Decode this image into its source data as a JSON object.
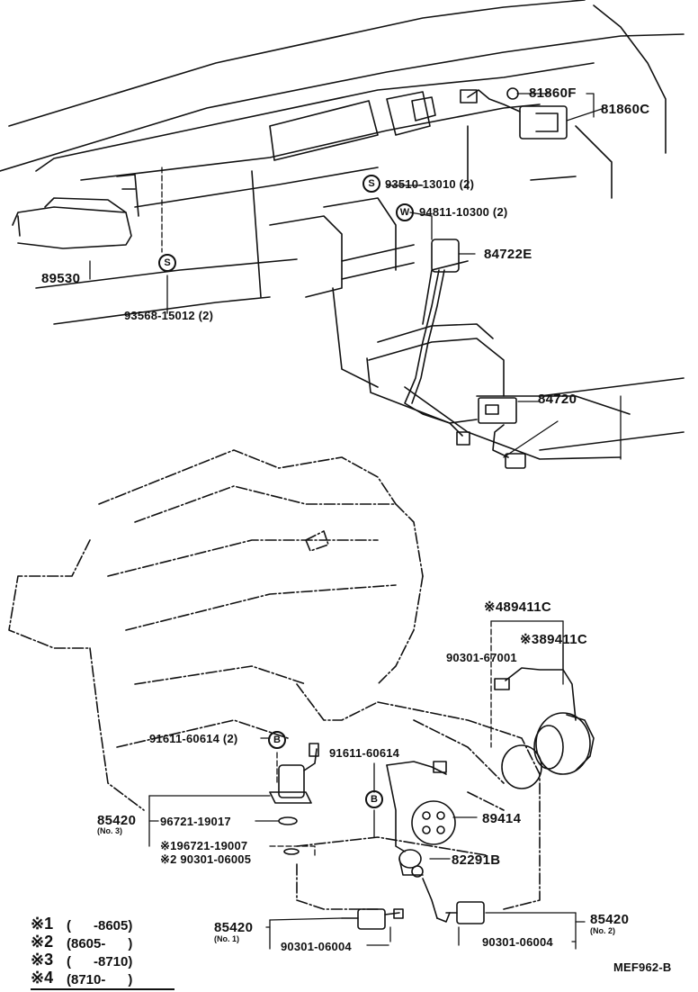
{
  "marks": {
    "s": "S",
    "w": "W",
    "b": "B"
  },
  "labels": {
    "p81860F": "81860F",
    "p81860C": "81860C",
    "p93510": "93510-13010 (2)",
    "p94811": "94811-10300 (2)",
    "p84722E": "84722E",
    "p89530": "89530",
    "p93568": "93568-15012 (2)",
    "p84720": "84720",
    "p89411C_4": "※489411C",
    "p89411C_3": "※389411C",
    "p90301_67001": "90301-67001",
    "p91611_2": "91611-60614 (2)",
    "p91611": "91611-60614",
    "p89414": "89414",
    "p82291B": "82291B",
    "p85420_3": "85420",
    "p85420_3_sub": "(No. 3)",
    "p96721_19017": "96721-19017",
    "p96721_19007": "※196721-19007",
    "p90301_06005": "※2 90301-06005",
    "p85420_1": "85420",
    "p85420_1_sub": "(No. 1)",
    "p90301_06004_l": "90301-06004",
    "p85420_2": "85420",
    "p85420_2_sub": "(No. 2)",
    "p90301_06004_r": "90301-06004",
    "code": "MEF962-B"
  },
  "legend": [
    {
      "mark": "※1",
      "range": "(      -8605)"
    },
    {
      "mark": "※2",
      "range": "(8605-      )"
    },
    {
      "mark": "※3",
      "range": "(      -8710)"
    },
    {
      "mark": "※4",
      "range": "(8710-      )"
    }
  ]
}
